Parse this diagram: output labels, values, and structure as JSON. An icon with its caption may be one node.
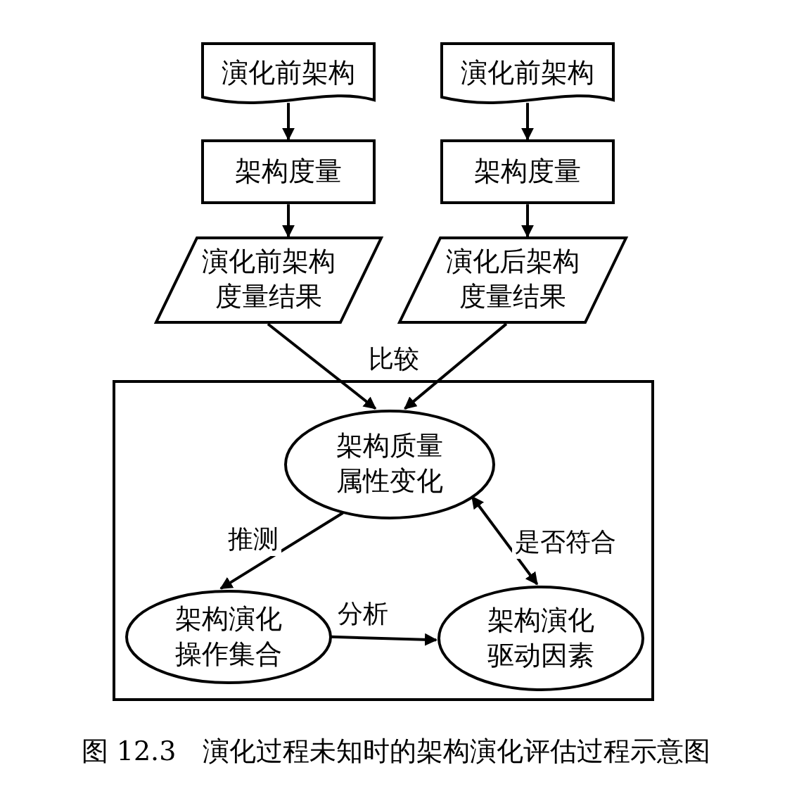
{
  "diagram": {
    "caption": "图 12.3　演化过程未知时的架构演化评估过程示意图",
    "nodes": [
      {
        "text": [
          "演化前架构"
        ]
      },
      {
        "text": [
          "演化前架构"
        ]
      },
      {
        "text": [
          "架构度量"
        ]
      },
      {
        "text": [
          "架构度量"
        ]
      },
      {
        "text": [
          "演化前架构度量结果"
        ]
      },
      {
        "text": [
          "演化后架构度量结果"
        ]
      },
      {
        "text": [],
        "shape": "box"
      },
      {
        "text": [
          "架构质量属性变化"
        ],
        "in": 6
      },
      {
        "text": [
          "架构演化操作集合"
        ],
        "in": 6
      },
      {
        "text": [
          "架构演化驱动因素"
        ],
        "in": 6
      }
    ],
    "edges": [
      {
        "from": 0,
        "to": 2,
        "arrow": "to"
      },
      {
        "from": 1,
        "to": 3,
        "arrow": "to"
      },
      {
        "from": 2,
        "to": 4,
        "arrow": "to"
      },
      {
        "from": 3,
        "to": 5,
        "arrow": "to"
      },
      {
        "from": 4,
        "to": 7,
        "arrow": "to"
      },
      {
        "from": 5,
        "to": 7,
        "arrow": "to"
      },
      {
        "from": 7,
        "to": 8,
        "arrow": "to",
        "label": "推测"
      },
      {
        "from": 8,
        "to": 9,
        "arrow": "to",
        "label": "分析"
      },
      {
        "from": 7,
        "to": 9,
        "arrow": "both",
        "label": "是否符合"
      }
    ],
    "labels": [
      "比较"
    ]
  }
}
